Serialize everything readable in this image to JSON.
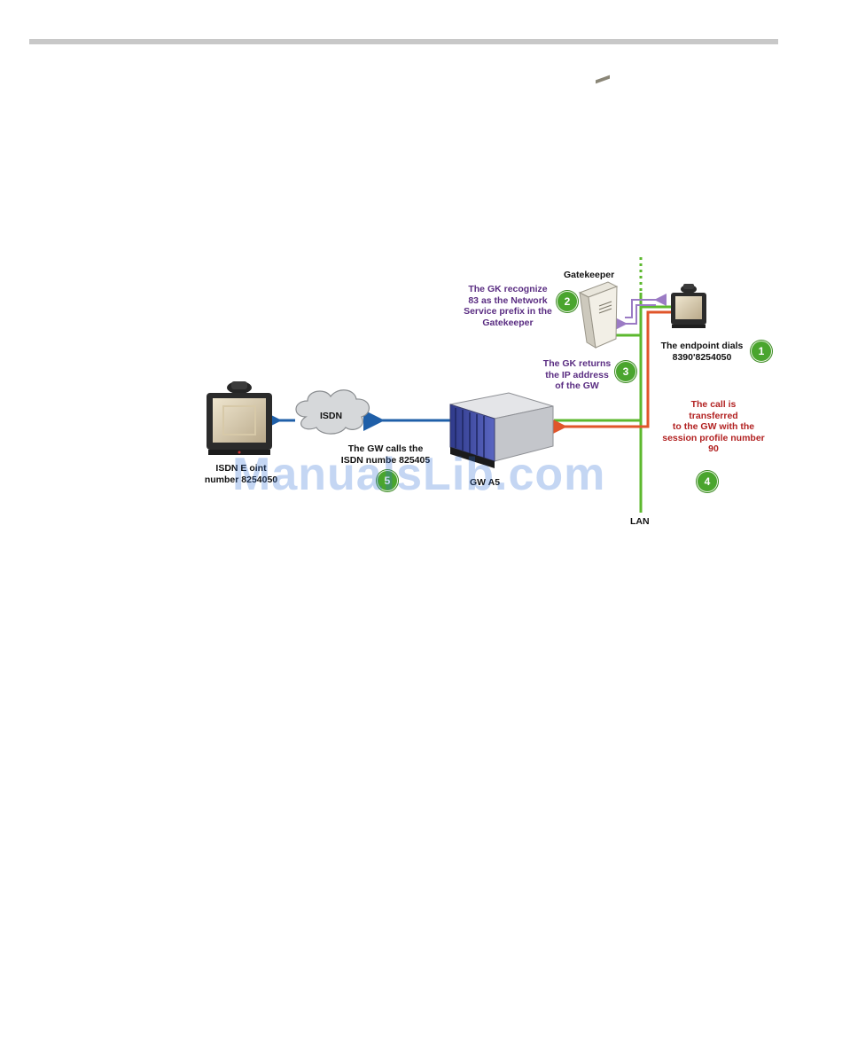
{
  "diagram": {
    "gatekeeper_label": "Gatekeeper",
    "gk_recognize_text": [
      "The GK recognize",
      "83 as the Network",
      "Service prefix in the",
      "Gatekeeper"
    ],
    "gk_returns_text": [
      "The GK returns",
      "the IP address",
      "of the GW"
    ],
    "endpoint_dials_text": [
      "The endpoint dials",
      "8390'8254050"
    ],
    "call_transferred_text": [
      "The call is",
      "transferred",
      "to the GW with the",
      "session profile number",
      "90"
    ],
    "gw_calls_text": [
      "The GW calls the",
      "ISDN numbe  825405"
    ],
    "isdn_label": "ISDN",
    "isdn_endpoint_text": [
      "ISDN E    oint",
      "number 8254050"
    ],
    "gw_label": "GW    A5",
    "lan_label": "LAN",
    "steps": {
      "s1": "1",
      "s2": "2",
      "s3": "3",
      "s4": "4",
      "s5": "5"
    },
    "watermark": "ManualsLib.com"
  },
  "colors": {
    "lan_green": "#5cb82e",
    "call_red": "#e0552a",
    "isdn_blue": "#1f5fa8",
    "gk_purple": "#9b7bc4",
    "text_purple": "#5a2d82",
    "text_red": "#b22222"
  },
  "icons": {
    "gatekeeper": "server-tower-icon",
    "endpoint": "video-terminal-icon",
    "gateway": "mcu-chassis-icon",
    "network": "cloud-icon"
  }
}
